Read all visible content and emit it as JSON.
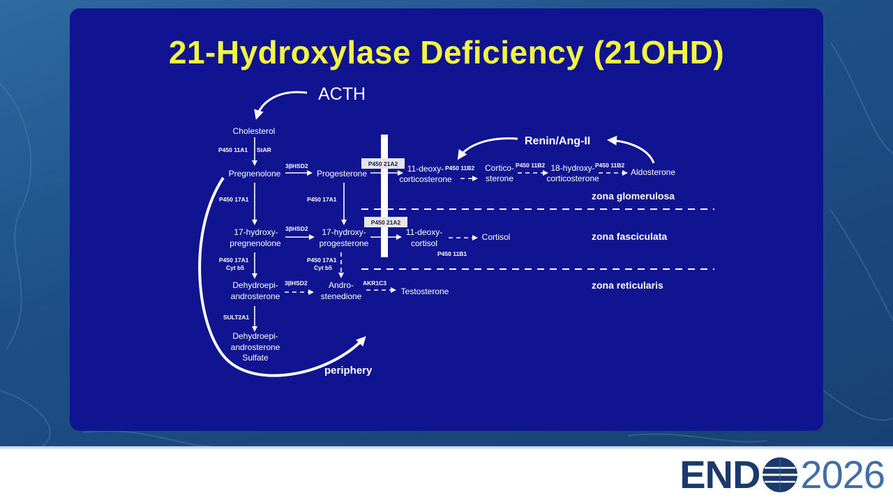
{
  "slide": {
    "title": "21-Hydroxylase Deficiency (21OHD)"
  },
  "diagram": {
    "acth": "ACTH",
    "renin": "Renin/Ang-II",
    "periphery": "periphery",
    "zones": {
      "glomerulosa": "zona glomerulosa",
      "fasciculata": "zona fasciculata",
      "reticularis": "zona reticularis"
    },
    "blocked_enzyme": "P450 21A2",
    "nodes": {
      "cholesterol": "Cholesterol",
      "pregnenolone": "Pregnenolone",
      "progesterone": "Progesterone",
      "deoxycorticosterone": [
        "11-deoxy-",
        "corticosterone"
      ],
      "corticosterone": [
        "Cortico-",
        "sterone"
      ],
      "hydroxycorticosterone": [
        "18-hydroxy-",
        "corticosterone"
      ],
      "aldosterone": "Aldosterone",
      "hydroxypregnenolone": [
        "17-hydroxy-",
        "pregnenolone"
      ],
      "hydroxyprogesterone": [
        "17-hydroxy-",
        "progesterone"
      ],
      "deoxycortisol": [
        "11-deoxy-",
        "cortisol"
      ],
      "cortisol": "Cortisol",
      "dhea": [
        "Dehydroepi-",
        "androsterone"
      ],
      "androstenedione": [
        "Andro-",
        "stenedione"
      ],
      "testosterone": "Testosterone",
      "dheas": [
        "Dehydroepi-",
        "androsterone",
        "Sulfate"
      ]
    },
    "enzymes": {
      "p450_11a1": "P450 11A1",
      "star": "StAR",
      "hsd_1": "3βHSD2",
      "hsd_2": "3βHSD2",
      "hsd_3": "3βHSD2",
      "p450_17a1_left": "P450 17A1",
      "p450_17a1_mid": "P450 17A1",
      "p450_17a1_cyt_left": [
        "P450 17A1",
        "Cyt b5"
      ],
      "p450_17a1_cyt_mid": [
        "P450 17A1",
        "Cyt b5"
      ],
      "p450_11b2_a": "P450 11B2",
      "p450_11b2_b": "P450 11B2",
      "p450_11b2_c": "P450 11B2",
      "p450_11b1": "P450 11B1",
      "akr1c3": "AKR1C3",
      "sult2a1": "SULT2A1"
    }
  },
  "footer": {
    "logo_end": "END",
    "logo_year": "2026"
  }
}
